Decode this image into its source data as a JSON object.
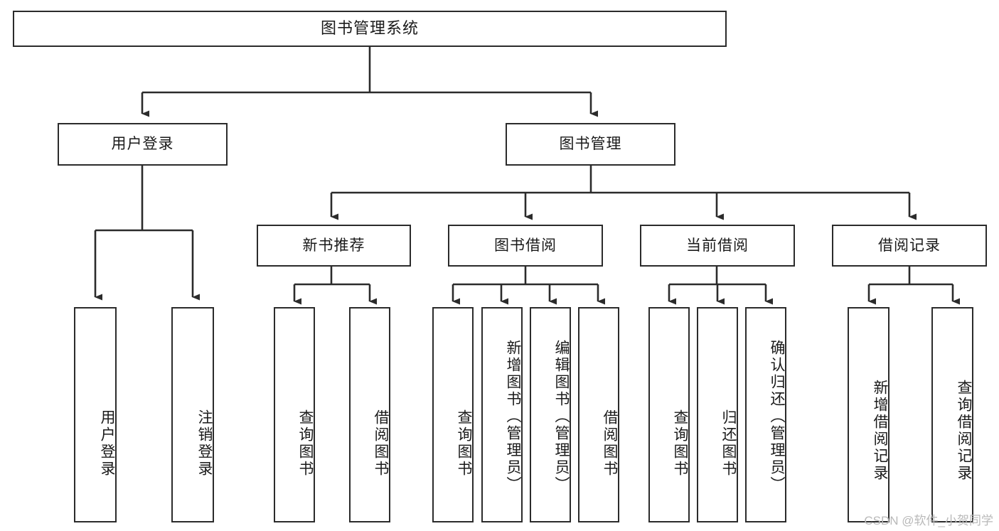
{
  "diagram": {
    "type": "tree-hierarchy-chart",
    "title": "图书管理系统",
    "line_color": "#2b2b2b",
    "box_fill": "#ffffff",
    "text_color": "#1a1a1a",
    "levels": [
      {
        "level": 1,
        "nodes": [
          {
            "id": "root",
            "label": "图书管理系统",
            "orientation": "horizontal"
          }
        ]
      },
      {
        "level": 2,
        "nodes": [
          {
            "id": "login",
            "label": "用户登录",
            "orientation": "horizontal",
            "parent": "root"
          },
          {
            "id": "bookmgmt",
            "label": "图书管理",
            "orientation": "horizontal",
            "parent": "root"
          }
        ]
      },
      {
        "level": 3,
        "nodes": [
          {
            "id": "newbook",
            "label": "新书推荐",
            "orientation": "horizontal",
            "parent": "bookmgmt"
          },
          {
            "id": "borrow",
            "label": "图书借阅",
            "orientation": "horizontal",
            "parent": "bookmgmt"
          },
          {
            "id": "current",
            "label": "当前借阅",
            "orientation": "horizontal",
            "parent": "bookmgmt"
          },
          {
            "id": "records",
            "label": "借阅记录",
            "orientation": "horizontal",
            "parent": "bookmgmt"
          }
        ]
      },
      {
        "level": 4,
        "nodes": [
          {
            "id": "leaf-1",
            "label": "用户登录",
            "orientation": "vertical",
            "parent": "login"
          },
          {
            "id": "leaf-2",
            "label": "注销登录",
            "orientation": "vertical",
            "parent": "login"
          },
          {
            "id": "leaf-3",
            "label": "查询图书",
            "orientation": "vertical",
            "parent": "newbook"
          },
          {
            "id": "leaf-4",
            "label": "借阅图书",
            "orientation": "vertical",
            "parent": "newbook"
          },
          {
            "id": "leaf-5",
            "label": "查询图书",
            "orientation": "vertical",
            "parent": "borrow"
          },
          {
            "id": "leaf-6",
            "label": "新增图书（管理员）",
            "orientation": "vertical",
            "parent": "borrow"
          },
          {
            "id": "leaf-7",
            "label": "编辑图书（管理员）",
            "orientation": "vertical",
            "parent": "borrow"
          },
          {
            "id": "leaf-8",
            "label": "借阅图书",
            "orientation": "vertical",
            "parent": "borrow"
          },
          {
            "id": "leaf-9",
            "label": "查询图书",
            "orientation": "vertical",
            "parent": "current"
          },
          {
            "id": "leaf-10",
            "label": "归还图书",
            "orientation": "vertical",
            "parent": "current"
          },
          {
            "id": "leaf-11",
            "label": "确认归还（管理员）",
            "orientation": "vertical",
            "parent": "current"
          },
          {
            "id": "leaf-12",
            "label": "新增借阅记录",
            "orientation": "vertical",
            "parent": "records"
          },
          {
            "id": "leaf-13",
            "label": "查询借阅记录",
            "orientation": "vertical",
            "parent": "records"
          }
        ]
      }
    ]
  },
  "watermark": {
    "text": "CSDN @软件_小贺同学"
  }
}
